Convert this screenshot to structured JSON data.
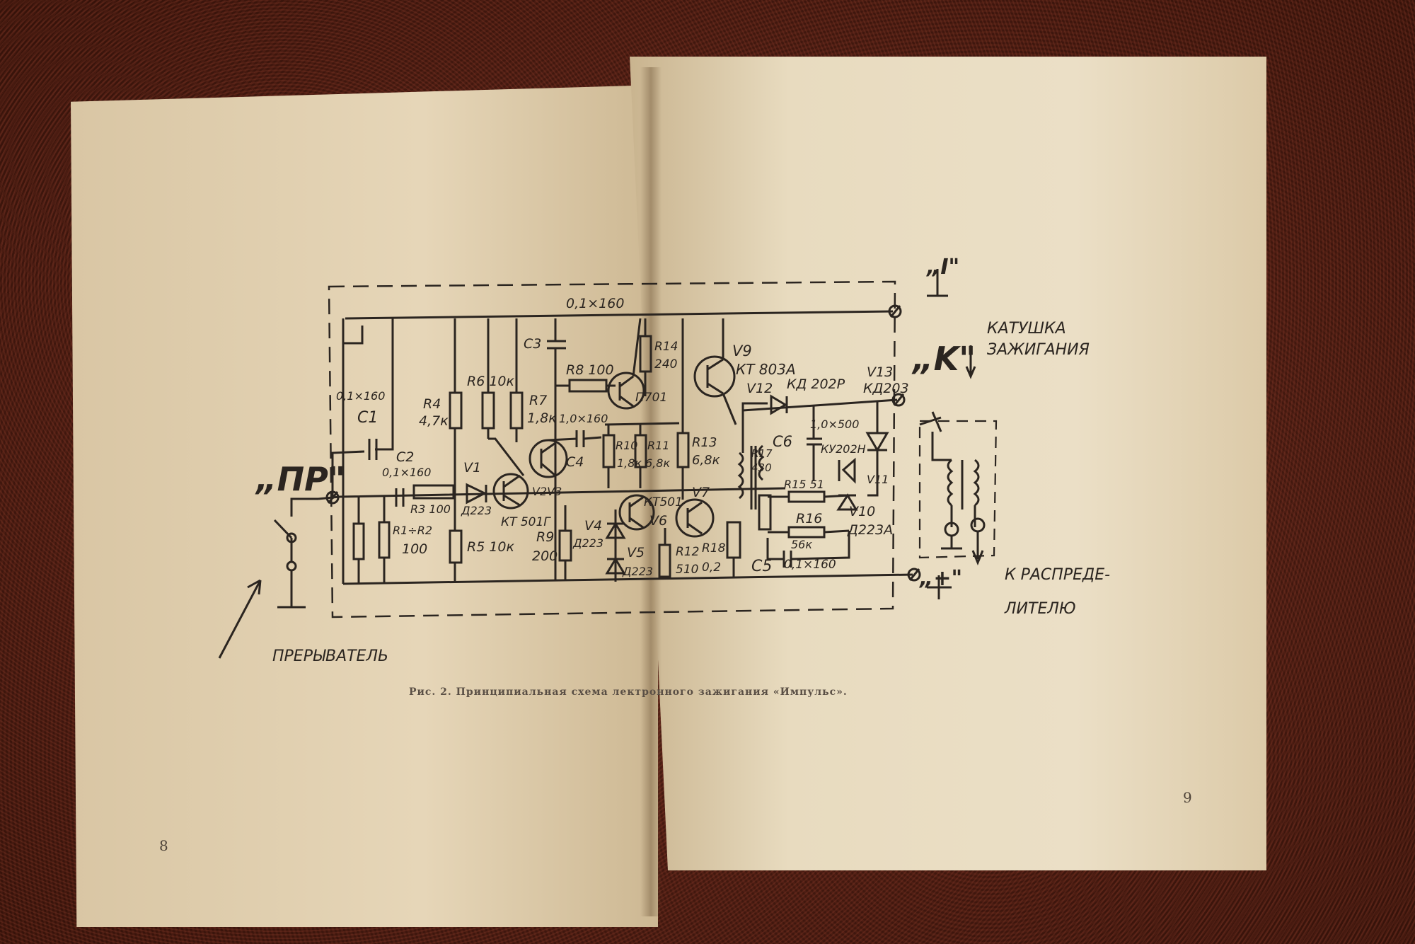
{
  "left_page_number": "8",
  "right_page_number": "9",
  "caption": "Рис. 2. Принципиальная схема лектронного зажигания «Импульс».",
  "labels": {
    "pr": "„ПР\"",
    "breaker": "ПРЕРЫВАТЕЛЬ",
    "term_l": "„I\"",
    "term_k": "„K\"",
    "term_plus": "„+\"",
    "coil_line1": "КАТУШКА",
    "coil_line2": "ЗАЖИГАНИЯ",
    "dist_line1": "К РАСПРЕДЕ-",
    "dist_line2": "ЛИТЕЛЮ"
  },
  "components": [
    {
      "id": "c_top",
      "text": "0,1×160"
    },
    {
      "id": "c1a",
      "text": "0,1×160"
    },
    {
      "id": "c1b",
      "text": "C1"
    },
    {
      "id": "c2a",
      "text": "C2"
    },
    {
      "id": "c2b",
      "text": "0,1×160"
    },
    {
      "id": "r1r2a",
      "text": "R1÷R2"
    },
    {
      "id": "r1r2b",
      "text": "100"
    },
    {
      "id": "r3",
      "text": "R3 100"
    },
    {
      "id": "v1",
      "text": "V1"
    },
    {
      "id": "d223a",
      "text": "Д223"
    },
    {
      "id": "r4a",
      "text": "R4"
    },
    {
      "id": "r4b",
      "text": "4,7к"
    },
    {
      "id": "r5",
      "text": "R5 10к"
    },
    {
      "id": "r6",
      "text": "R6 10к"
    },
    {
      "id": "r7a",
      "text": "R7"
    },
    {
      "id": "r7b",
      "text": "1,8к"
    },
    {
      "id": "v2v3",
      "text": "V2V3"
    },
    {
      "id": "kt501g",
      "text": "КТ 501Г"
    },
    {
      "id": "c3",
      "text": "C3"
    },
    {
      "id": "c4",
      "text": "C4"
    },
    {
      "id": "r8",
      "text": "R8 100"
    },
    {
      "id": "c_1x160",
      "text": "1,0×160"
    },
    {
      "id": "r9a",
      "text": "R9"
    },
    {
      "id": "r9b",
      "text": "200"
    },
    {
      "id": "v4",
      "text": "V4"
    },
    {
      "id": "d223b",
      "text": "Д223"
    },
    {
      "id": "v5",
      "text": "V5"
    },
    {
      "id": "d223c",
      "text": "Д223"
    },
    {
      "id": "r10a",
      "text": "R10"
    },
    {
      "id": "r10b",
      "text": "1,8к"
    },
    {
      "id": "r11a",
      "text": "R11"
    },
    {
      "id": "r11b",
      "text": "6,8к"
    },
    {
      "id": "r14a",
      "text": "R14"
    },
    {
      "id": "r14b",
      "text": "240"
    },
    {
      "id": "p701",
      "text": "П701"
    },
    {
      "id": "kt501b",
      "text": "КТ501"
    },
    {
      "id": "v6",
      "text": "V6"
    },
    {
      "id": "v7",
      "text": "V7"
    },
    {
      "id": "r12a",
      "text": "R12"
    },
    {
      "id": "r12b",
      "text": "510"
    },
    {
      "id": "r13a",
      "text": "R13"
    },
    {
      "id": "r13b",
      "text": "6,8к"
    },
    {
      "id": "r18a",
      "text": "R18"
    },
    {
      "id": "r18b",
      "text": "0,2"
    },
    {
      "id": "v9",
      "text": "V9"
    },
    {
      "id": "kt803",
      "text": "КТ 803А"
    },
    {
      "id": "v12",
      "text": "V12"
    },
    {
      "id": "kd202",
      "text": "КД 202Р"
    },
    {
      "id": "v13",
      "text": "V13"
    },
    {
      "id": "kd203",
      "text": "КД203"
    },
    {
      "id": "r17a",
      "text": "R17"
    },
    {
      "id": "r17b",
      "text": "430"
    },
    {
      "id": "c6",
      "text": "C6"
    },
    {
      "id": "c6v",
      "text": "1,0×500"
    },
    {
      "id": "ku202",
      "text": "КУ202Н"
    },
    {
      "id": "v11",
      "text": "V11"
    },
    {
      "id": "r15",
      "text": "R15 51"
    },
    {
      "id": "r16",
      "text": "R16"
    },
    {
      "id": "r16v",
      "text": "56к"
    },
    {
      "id": "v10",
      "text": "V10"
    },
    {
      "id": "d223d",
      "text": "Д223А"
    },
    {
      "id": "c5",
      "text": "C5"
    },
    {
      "id": "c5v",
      "text": "0,1×160"
    }
  ]
}
